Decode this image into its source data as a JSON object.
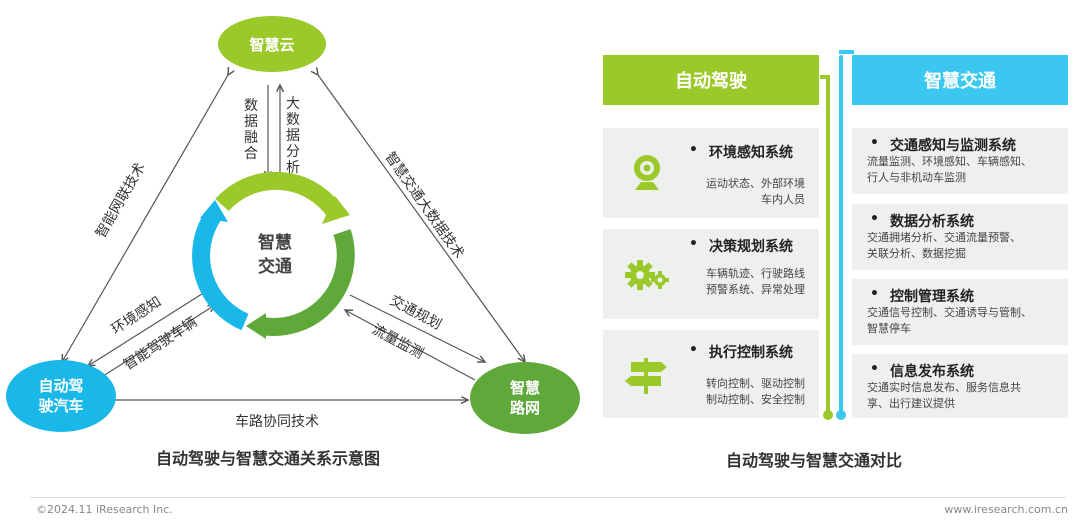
{
  "left_diagram": {
    "nodes": {
      "cloud": "智慧云",
      "vehicle": "自动驾\n驶汽车",
      "network": "智慧\n路网",
      "center": "智慧\n交通"
    },
    "edges": {
      "data_fusion": "数据融合",
      "big_data": "大数据分析",
      "connected_tech": "智能网联技术",
      "traffic_bigdata_tech": "智慧交通大数据技术",
      "env_sensing": "环境感知",
      "smart_driving": "智能驾驶车辆",
      "traffic_planning": "交通规划",
      "flow_monitoring": "流量监测",
      "vehicle_road": "车路协同技术"
    },
    "caption": "自动驾驶与智慧交通关系示意图"
  },
  "right_table": {
    "left_header": "自动驾驶",
    "right_header": "智慧交通",
    "left_items": [
      {
        "title": "环境感知系统",
        "desc": "运动状态、外部环境\n车内人员",
        "icon": "webcam-icon"
      },
      {
        "title": "决策规划系统",
        "desc": "车辆轨迹、行驶路线\n预警系统、异常处理",
        "icon": "gears-icon"
      },
      {
        "title": "执行控制系统",
        "desc": "转向控制、驱动控制\n制动控制、安全控制",
        "icon": "signpost-icon"
      }
    ],
    "right_items": [
      {
        "title": "交通感知与监测系统",
        "desc": "流量监测、环境感知、车辆感知、\n行人与非机动车监测"
      },
      {
        "title": "数据分析系统",
        "desc": "交通拥堵分析、交通流量预警、\n关联分析、数据挖掘"
      },
      {
        "title": "控制管理系统",
        "desc": "交通信号控制、交通诱导与管制、\n智慧停车"
      },
      {
        "title": "信息发布系统",
        "desc": "交通实时信息发布、服务信息共\n享、出行建议提供"
      }
    ],
    "bullet": "•",
    "caption": "自动驾驶与智慧交通对比"
  },
  "footer": {
    "copyright": "©2024.11 iResearch Inc.",
    "website": "www.iresearch.com.cn"
  },
  "colors": {
    "green": "#9bc92a",
    "dark_green": "#5fa83a",
    "blue": "#1ab8e8",
    "sky": "#3cc7f0"
  }
}
